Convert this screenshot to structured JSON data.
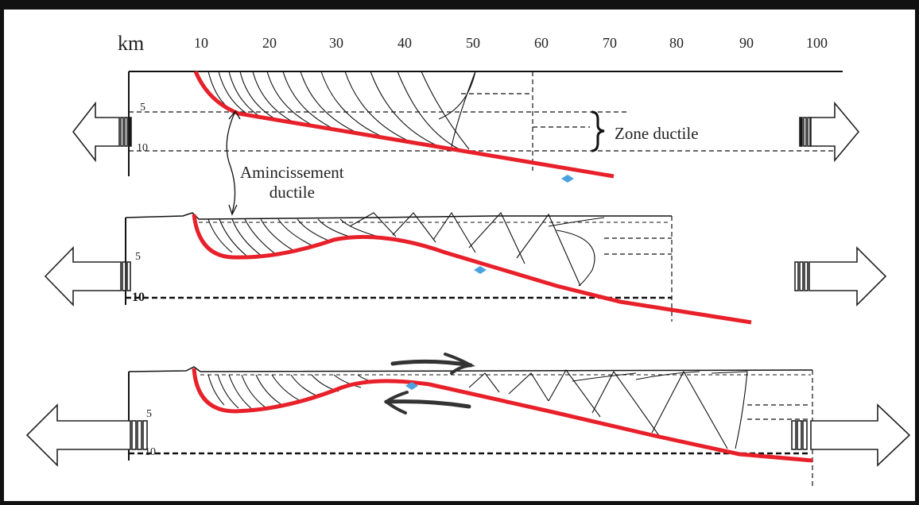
{
  "diagram": {
    "unit_label": "km",
    "x_ticks": [
      "10",
      "20",
      "30",
      "40",
      "50",
      "60",
      "70",
      "80",
      "90",
      "100"
    ],
    "depth_ticks": [
      "5",
      "10"
    ],
    "labels": {
      "zone": "Zone ductile",
      "thinning_line1": "Amincissement",
      "thinning_line2": "ductile"
    },
    "colors": {
      "detachment": "#e8202a",
      "faults": "#111111",
      "marker": "#4aa3e0",
      "arrows": "#222222"
    },
    "stages": [
      "stage-1",
      "stage-2",
      "stage-3"
    ]
  }
}
